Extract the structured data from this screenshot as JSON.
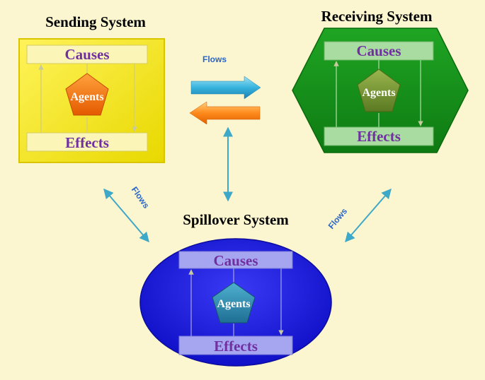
{
  "sending": {
    "title": "Sending System",
    "causes": "Causes",
    "agents": "Agents",
    "effects": "Effects"
  },
  "receiving": {
    "title": "Receiving System",
    "causes": "Causes",
    "agents": "Agents",
    "effects": "Effects"
  },
  "spillover": {
    "title": "Spillover System",
    "causes": "Causes",
    "agents": "Agents",
    "effects": "Effects"
  },
  "flows": {
    "top": "Flows",
    "left": "Flows",
    "right": "Flows"
  },
  "colors": {
    "background": "#fbf6cf",
    "sending": "#f4ea00",
    "receiving": "#17921a",
    "spillover": "#1a1ae0",
    "text_purple": "#7030a0"
  }
}
